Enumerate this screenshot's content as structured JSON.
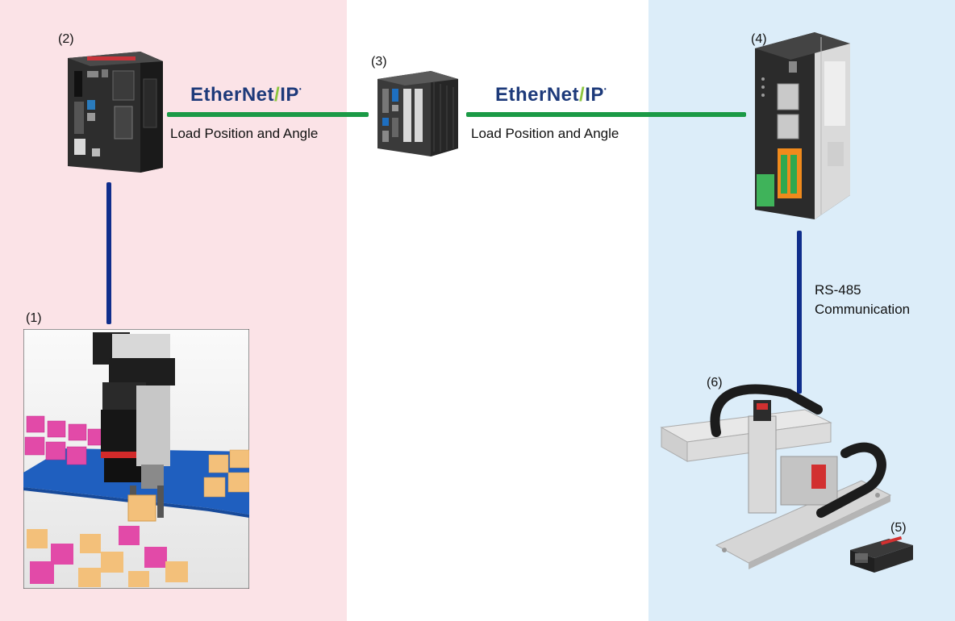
{
  "devices": {
    "d1": {
      "tag": "(1)",
      "icon": "robot-gripper-camera-scene-icon"
    },
    "d2": {
      "tag": "(2)",
      "icon": "vision-controller-icon"
    },
    "d3": {
      "tag": "(3)",
      "icon": "industrial-pc-icon"
    },
    "d4": {
      "tag": "(4)",
      "icon": "motor-controller-icon"
    },
    "d5": {
      "tag": "(5)",
      "icon": "driver-module-icon"
    },
    "d6": {
      "tag": "(6)",
      "icon": "electric-actuator-gantry-icon"
    }
  },
  "links": {
    "link_2_3": {
      "protocol_main": "EtherNet",
      "protocol_slash": "/",
      "protocol_end": "IP",
      "protocol_mark": "•",
      "label": "Load Position and Angle"
    },
    "link_3_4": {
      "protocol_main": "EtherNet",
      "protocol_slash": "/",
      "protocol_end": "IP",
      "protocol_mark": "•",
      "label": "Load Position and Angle"
    },
    "link_4_6": {
      "label_line1": "RS-485",
      "label_line2": "Communication"
    }
  },
  "colors": {
    "left_zone": "#fbe3e7",
    "right_zone": "#dcedf9",
    "ethernet_line": "#1b9a46",
    "serial_line": "#102e8c"
  }
}
